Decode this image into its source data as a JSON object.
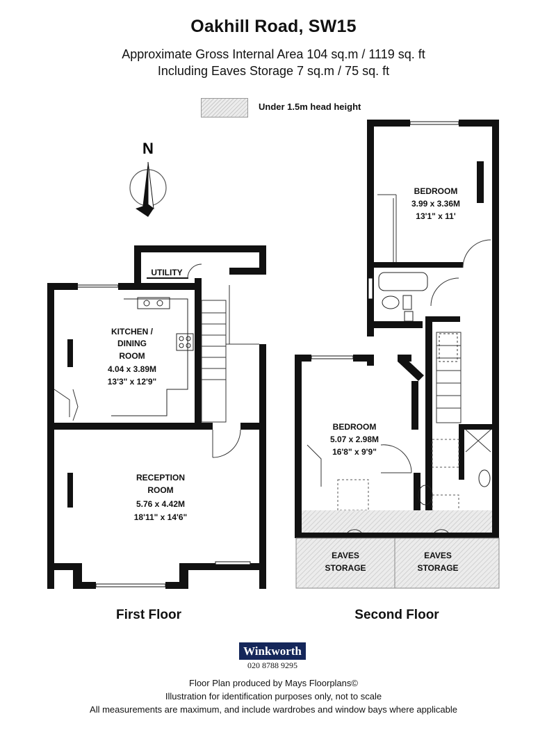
{
  "header": {
    "title": "Oakhill Road, SW15",
    "area_line": "Approximate Gross Internal Area  104 sq.m  /  1119 sq. ft",
    "eaves_line": "Including Eaves Storage  7 sq.m  /  75 sq. ft"
  },
  "legend": {
    "label": "Under 1.5m head height"
  },
  "compass": {
    "letter": "N"
  },
  "first_floor": {
    "label": "First Floor",
    "rooms": {
      "utility": [
        "UTILITY"
      ],
      "kitchen": [
        "KITCHEN /",
        "DINING",
        "ROOM",
        "4.04 x 3.89M",
        "13'3\" x 12'9\""
      ],
      "reception": [
        "RECEPTION",
        "ROOM",
        "5.76 x 4.42M",
        "18'11\" x 14'6\""
      ]
    }
  },
  "second_floor": {
    "label": "Second Floor",
    "rooms": {
      "bedroom_top": [
        "BEDROOM",
        "3.99 x 3.36M",
        "13'1\" x 11'"
      ],
      "bedroom_left": [
        "BEDROOM",
        "5.07 x 2.98M",
        "16'8\" x 9'9\""
      ],
      "eaves_left": [
        "EAVES",
        "STORAGE"
      ],
      "eaves_right": [
        "EAVES",
        "STORAGE"
      ]
    }
  },
  "branding": {
    "logo": "Winkworth",
    "phone": "020 8788 9295",
    "logo_color": "#15275a"
  },
  "footer": {
    "line1": "Floor Plan produced by Mays Floorplans©",
    "line2": "Illustration for identification purposes only, not to scale",
    "line3": "All measurements are maximum, and include wardrobes and window bays where applicable"
  },
  "colors": {
    "wall": "#111111",
    "hatch_light": "#ececec",
    "hatch_dark": "#c9c9c9"
  }
}
